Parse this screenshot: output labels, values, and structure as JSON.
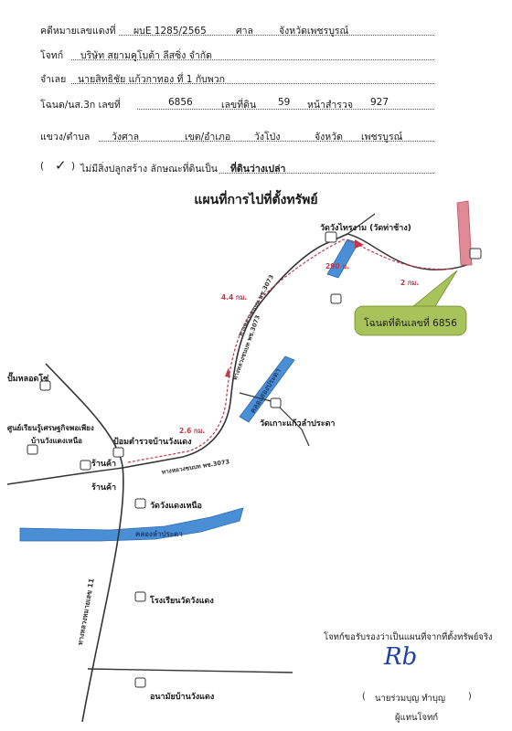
{
  "header": {
    "case_label": "คดีหมายเลขแดงที่",
    "case_number": "ผบE 1285/2565",
    "court_label": "ศาล",
    "court_name": "จังหวัดเพชรบูรณ์",
    "plaintiff_label": "โจทก์",
    "plaintiff_name": "บริษัท สยามคูโบต้า ลีสซิ่ง จำกัด",
    "defendant_label": "จำเลย",
    "defendant_name": "นายสิทธิชัย แก้วกาทอง ที่ 1 กับพวก",
    "deed_label": "โฉนด/นส.3ก เลขที่",
    "deed_number": "6856",
    "land_no_label": "เลขที่ดิน",
    "land_no": "59",
    "survey_label": "หน้าสำรวจ",
    "survey_no": "927",
    "subdistrict_label": "แขวง/ตำบล",
    "subdistrict": "วังศาล",
    "district_label": "เขต/อำเภอ",
    "district": "วังโป่ง",
    "province_label": "จังหวัด",
    "province": "เพชรบูรณ์",
    "check_mark": "✓",
    "no_building_label": "ไม่มีสิ่งปลูกสร้าง ลักษณะที่ดินเป็น",
    "land_type": "ที่ดินว่างเปล่า"
  },
  "map": {
    "title": "แผนที่การไปที่ตั้งทรัพย์",
    "labels": {
      "wat_wang_sai": "วัดวังไทรงาม (วัดท่าช้าง)",
      "dist_290": "290 ม.",
      "dist_2km": "2 กม.",
      "dist_44": "4.4 กม.",
      "dist_26": "2.6 กม.",
      "road_2073_upper": "ทางหลวงชนบท พช.3073",
      "road_2073_lower": "ทางหลวงชนบท พช.3073",
      "road_2073_mid": "ทางหลวงชนบท พช.3073",
      "canal_upper": "คลองสองประดา",
      "canal_lower": "คลองลำประดา",
      "wat_kaew": "วัดเกาะแก้วลำประดา",
      "pump": "ปั๊มหลอดโซ่",
      "learning_center": "ศูนย์เรียนรู้เศรษฐกิจพอเพียง",
      "ban_wang_daeng": "บ้านวังแดงเหนือ",
      "shop1": "ร้านค้า",
      "shop2": "ร้านค้า",
      "police": "ป้อมตำรวจบ้านวังแดง",
      "wat_wang_daeng": "วัดวังแดงเหนือ",
      "school": "โรงเรียนวัดวังแดง",
      "hospital": "อนามัยบ้านวังแดง",
      "highway": "ทางหลวงหมายเลข 11",
      "callout": "โฉนดที่ดินเลขที่ 6856"
    }
  },
  "footer": {
    "certify_text": "โจทก์ขอรับรองว่าเป็นแผนที่จากที่ตั้งทรัพย์จริง",
    "signer_name": "นายร่วมบุญ ทำบุญ",
    "signer_role": "ผู้แทนโจทก์",
    "paren_open": "(",
    "paren_close": ")"
  },
  "colors": {
    "canal": "#4a8fd6",
    "route": "#c4364a",
    "property": "#e08a95",
    "callout_fill": "#a7c35a",
    "ink": "#1a1a1a"
  }
}
